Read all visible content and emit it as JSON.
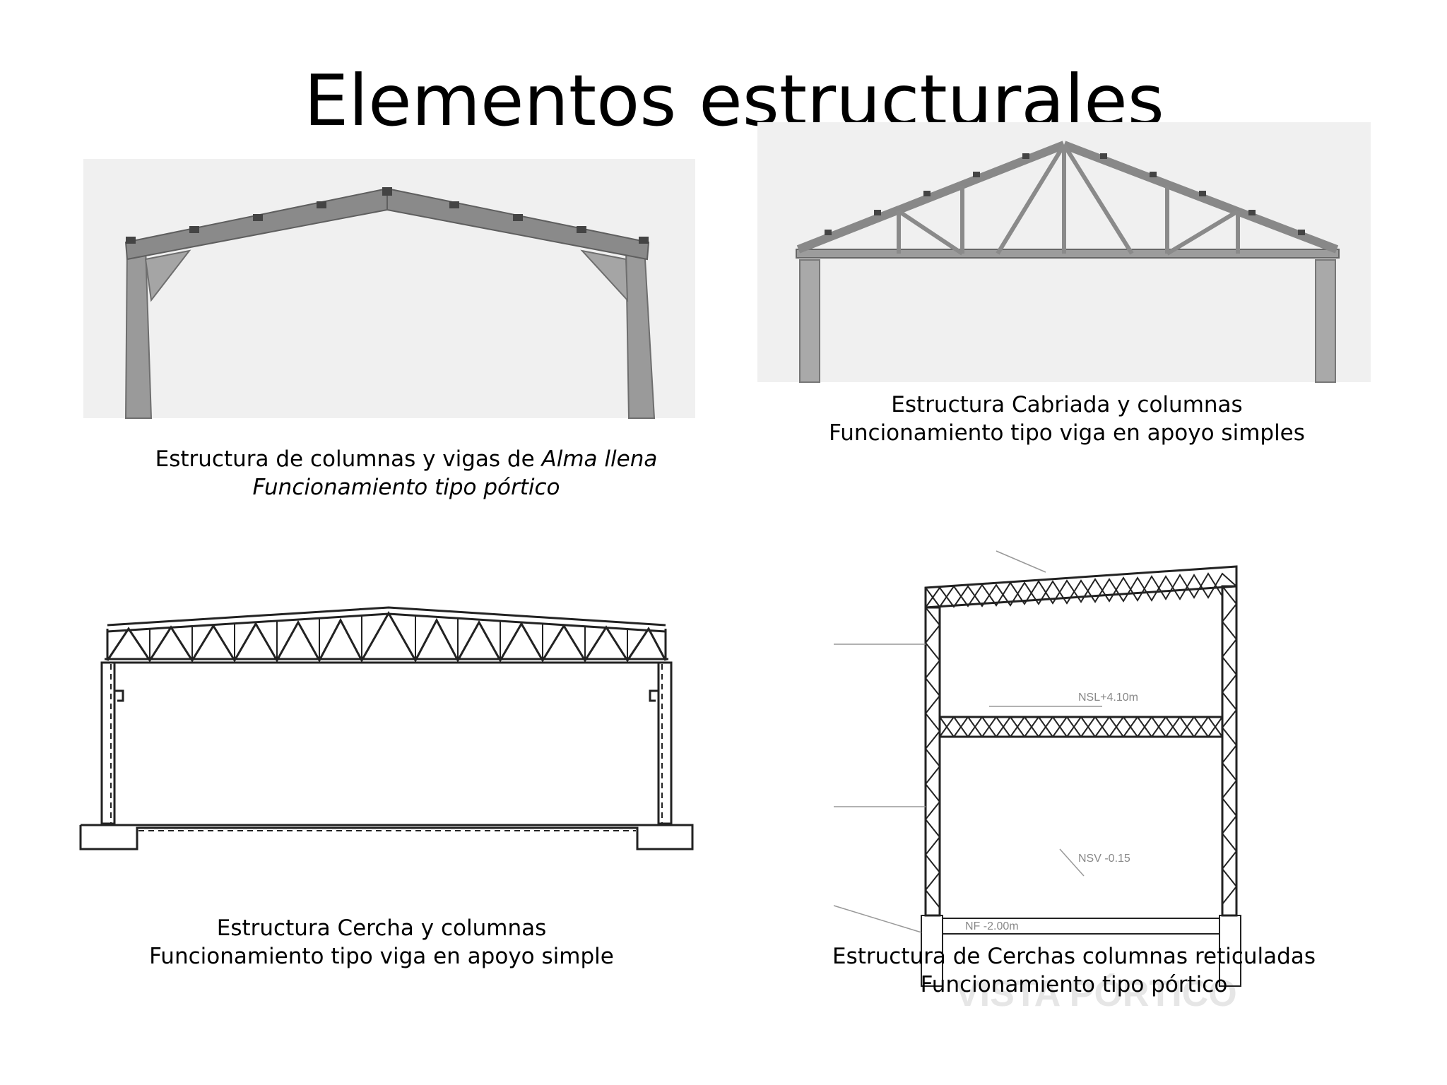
{
  "slide": {
    "title": "Elementos estructurales"
  },
  "panels": {
    "alma_llena": {
      "caption_line1_prefix": "Estructura de columnas y vigas de ",
      "caption_line1_italic": "Alma llena",
      "caption_line2": "Funcionamiento tipo pórtico"
    },
    "cabriada": {
      "caption_line1": "Estructura Cabriada  y columnas",
      "caption_line2": "Funcionamiento tipo viga en apoyo simples"
    },
    "cercha": {
      "caption_line1": "Estructura Cercha  y columnas",
      "caption_line2": "Funcionamiento tipo viga en apoyo simple"
    },
    "reticulada": {
      "caption_line1": "Estructura de Cerchas columnas reticuladas",
      "caption_line2": "Funcionamiento tipo pórtico",
      "watermark": "VISTA PÓRTICO",
      "level_labels": [
        "NSL+4.10m",
        "NSV -0.15",
        "NF -2.00m"
      ]
    }
  },
  "colors": {
    "photo_bg": "#f0f0f0",
    "steel": "#8c8c8c",
    "concrete": "#a9a9a9",
    "line": "#222222",
    "watermark": "#e6e6e6"
  }
}
